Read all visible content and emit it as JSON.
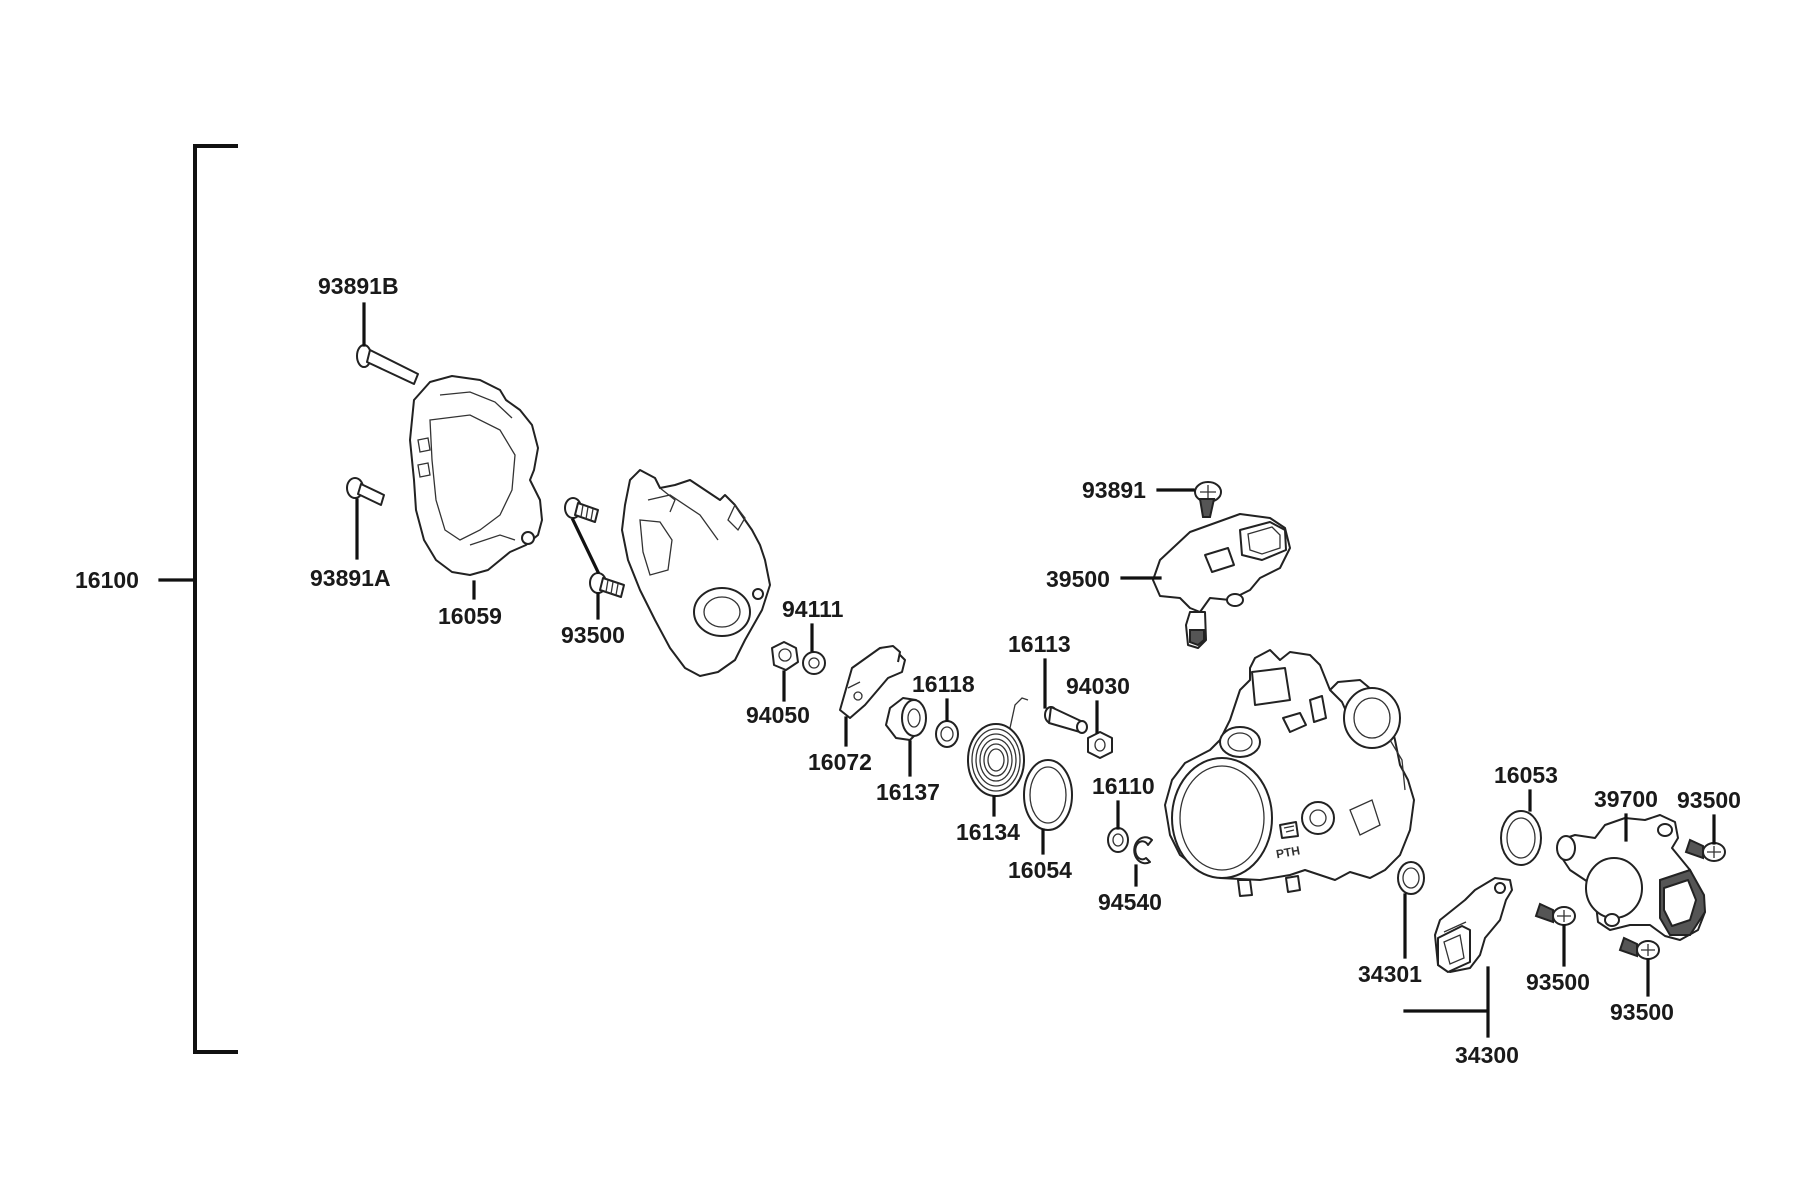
{
  "callouts": {
    "p16100": "16100",
    "p93891B": "93891B",
    "p93891A": "93891A",
    "p16059": "16059",
    "p93500_a": "93500",
    "p94111": "94111",
    "p94050": "94050",
    "p16072": "16072",
    "p16118": "16118",
    "p16137": "16137",
    "p16113": "16113",
    "p16134": "16134",
    "p94030": "94030",
    "p16054": "16054",
    "p16110": "16110",
    "p94540": "94540",
    "p93891": "93891",
    "p39500": "39500",
    "p16053": "16053",
    "p39700": "39700",
    "p93500_b": "93500",
    "p93500_c": "93500",
    "p93500_d": "93500",
    "p34301": "34301",
    "p34300": "34300"
  },
  "throttle_body_emboss": "PTH"
}
